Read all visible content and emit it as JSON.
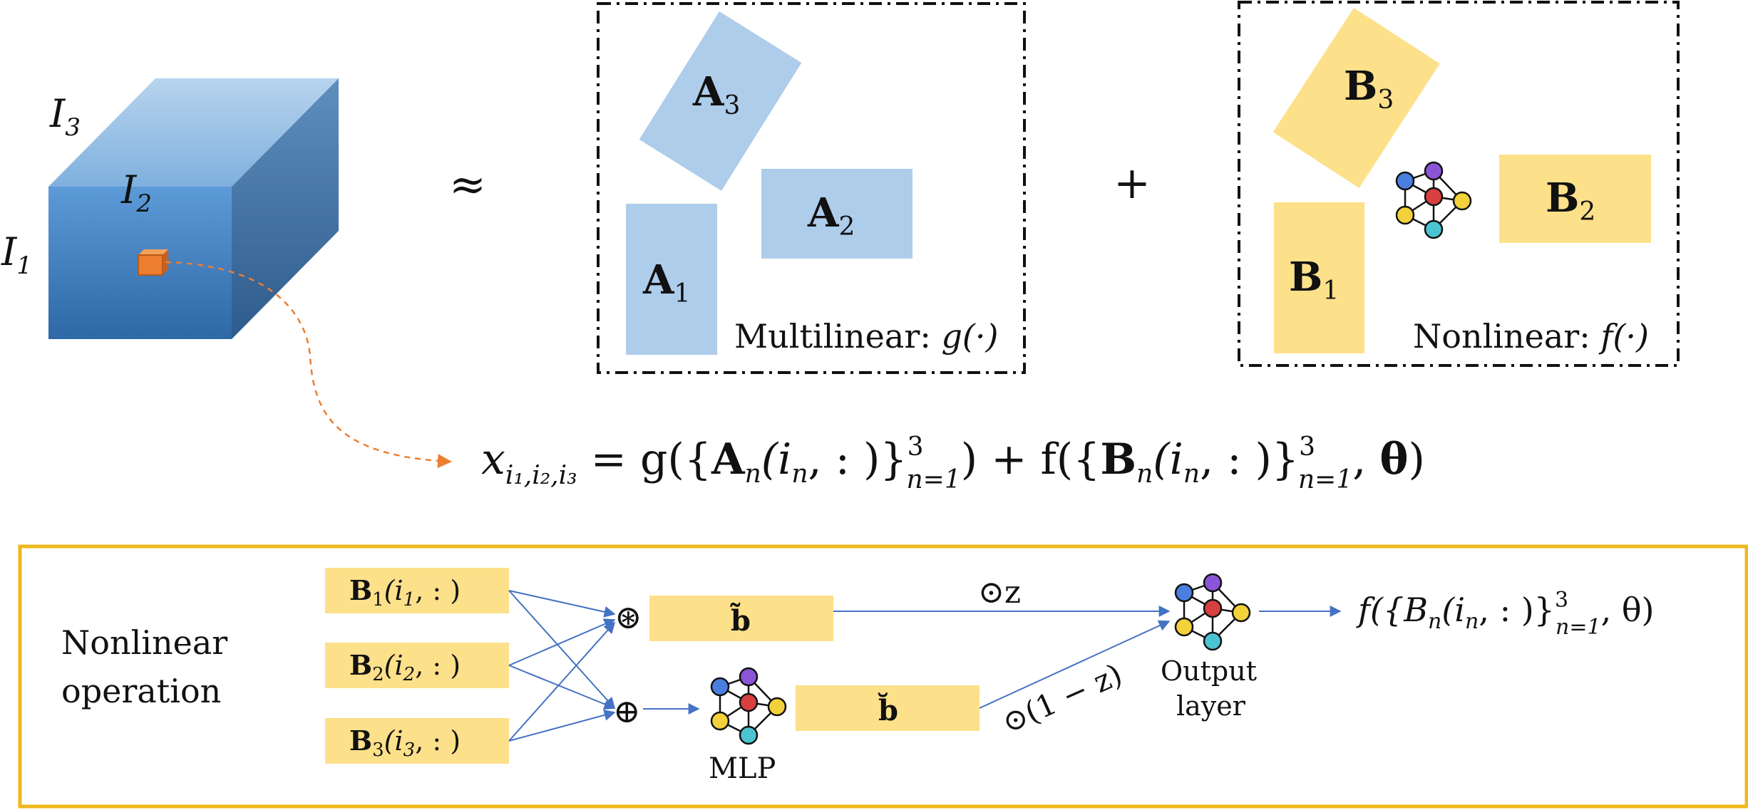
{
  "tensor": {
    "label_i1": "I",
    "sub_i1": "1",
    "label_i2": "I",
    "sub_i2": "2",
    "label_i3": "I",
    "sub_i3": "3"
  },
  "approx_symbol": "≈",
  "plus_symbol": "+",
  "multilinear": {
    "caption": "Multilinear: ",
    "func": "g(·)",
    "factors": [
      {
        "base": "A",
        "sub": "1"
      },
      {
        "base": "A",
        "sub": "2"
      },
      {
        "base": "A",
        "sub": "3"
      }
    ]
  },
  "nonlinear": {
    "caption": "Nonlinear: ",
    "func": "f(·)",
    "factors": [
      {
        "base": "B",
        "sub": "1"
      },
      {
        "base": "B",
        "sub": "2"
      },
      {
        "base": "B",
        "sub": "3"
      }
    ]
  },
  "equation": {
    "lhs_var": "x",
    "lhs_sub": "i₁,i₂,i₃",
    "eq": " = g({",
    "A_term": "A",
    "A_sub": "n",
    "A_args": "(i",
    "A_args_sub": "n",
    "A_args_end": ", : )}",
    "sup": "3",
    "sub_range": "n=1",
    "mid": ") + f({",
    "B_term": "B",
    "B_sub": "n",
    "B_args": "(i",
    "B_args_sub": "n",
    "B_args_end": ", : )}",
    "tail": ", ",
    "theta": "θ",
    "close": ")"
  },
  "operation": {
    "title_line1": "Nonlinear",
    "title_line2": "operation",
    "inputs": [
      {
        "base": "B",
        "sub": "1",
        "arg": "(i",
        "arg_sub": "1",
        "end": ", : )"
      },
      {
        "base": "B",
        "sub": "2",
        "arg": "(i",
        "arg_sub": "2",
        "end": ", : )"
      },
      {
        "base": "B",
        "sub": "3",
        "arg": "(i",
        "arg_sub": "3",
        "end": ", : )"
      }
    ],
    "op_hadamard": "⊛",
    "op_sum": "⊕",
    "b_tilde": "b̃",
    "b_breve": "b̆",
    "mlp_label": "MLP",
    "gate_top": "⊙z",
    "gate_bottom": "⊙(1 − z)",
    "output_line1": "Output",
    "output_line2": "layer",
    "result": "f({B",
    "result_sub": "n",
    "result_args": "(i",
    "result_args_sub": "n",
    "result_args_end": ", : )}",
    "result_sup": "3",
    "result_range": "n=1",
    "result_tail": ", θ)"
  },
  "colors": {
    "tensor_front": "#3f7fbf",
    "tensor_top": "#9cc3e6",
    "tensor_side": "#3a6a9c",
    "factor_a": "#aecdeb",
    "factor_b": "#fde08a",
    "arrow_blue": "#4472c4",
    "arrow_orange": "#ed7d31",
    "frame_gold": "#f0b81e",
    "node_blue": "#4a7fe0",
    "node_purple": "#8a55d6",
    "node_red": "#d84040",
    "node_yellow": "#f2d13a",
    "node_cyan": "#4cc3d0"
  }
}
